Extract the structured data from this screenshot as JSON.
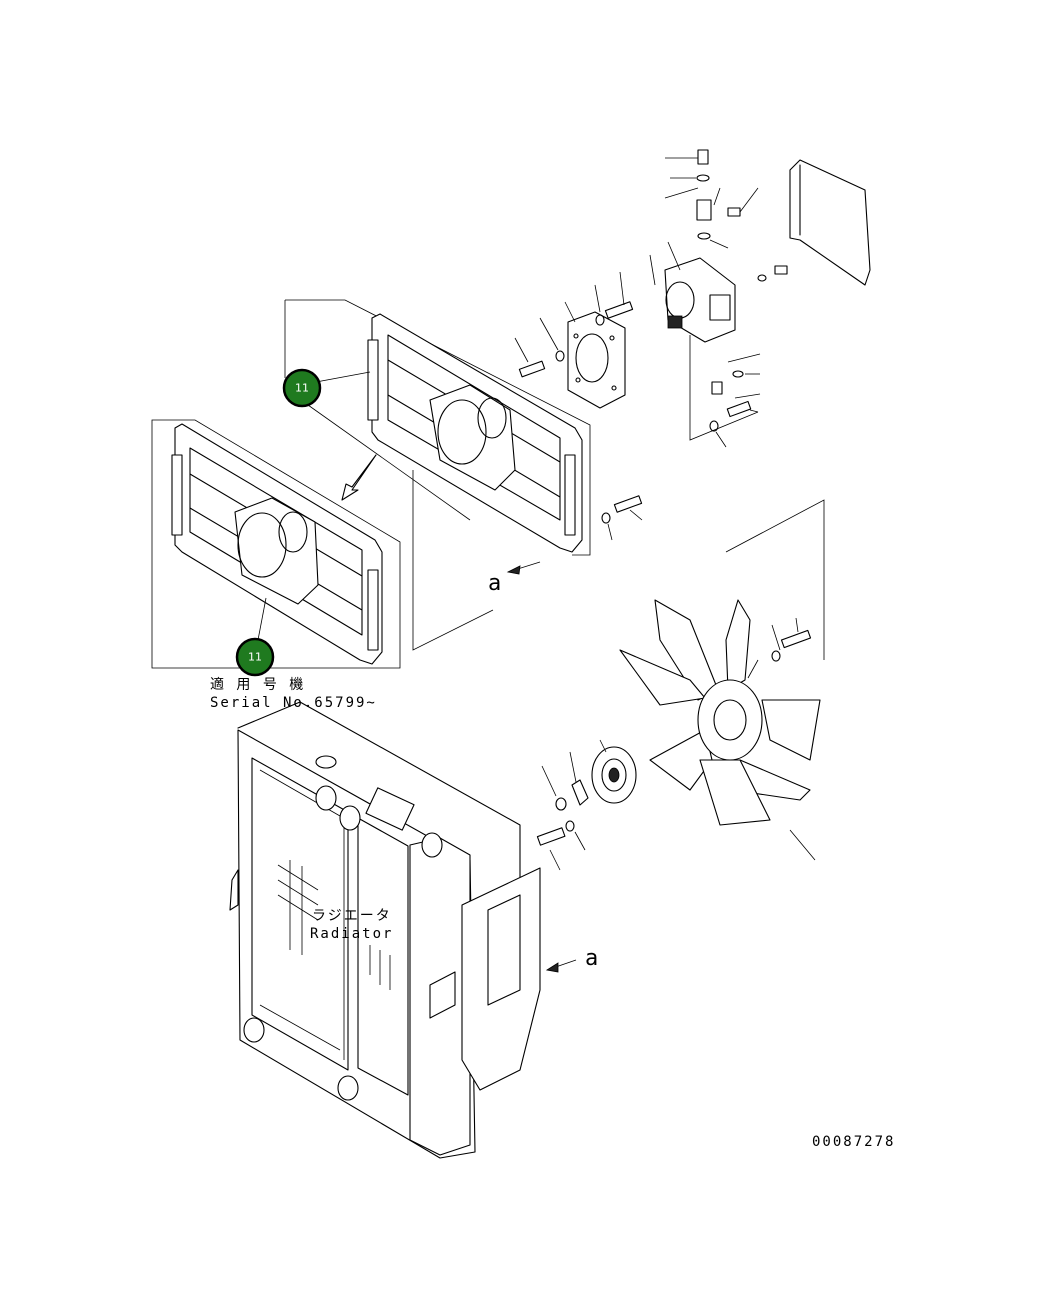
{
  "callouts": [
    {
      "label": "11"
    },
    {
      "label": "11"
    }
  ],
  "applicability": {
    "jp": "適 用 号 機",
    "en": "Serial No.65799~"
  },
  "radiator": {
    "jp": "ラジエータ",
    "en": "Radiator"
  },
  "view_marks": [
    "a",
    "a"
  ],
  "drawing_number": "00087278"
}
